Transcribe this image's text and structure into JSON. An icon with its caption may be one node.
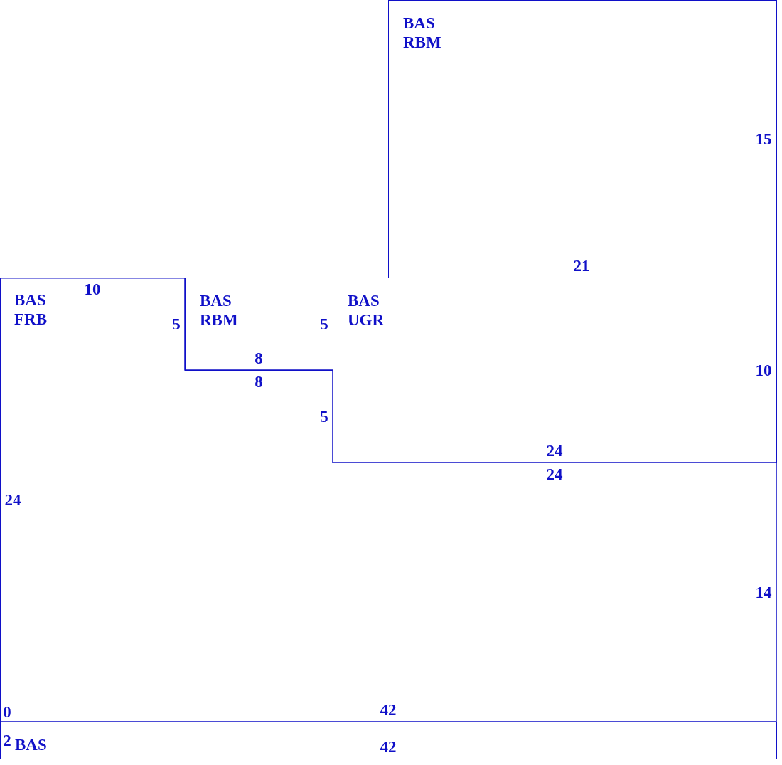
{
  "diagram": {
    "nodes": [
      {
        "text": [
          "BAS",
          "RBM"
        ]
      },
      {
        "text": [
          "BAS",
          "FRB"
        ]
      },
      {
        "text": [
          "BAS",
          "RBM"
        ]
      },
      {
        "text": [
          "BAS",
          "UGR"
        ]
      },
      {
        "text": [
          "BAS"
        ]
      }
    ],
    "labels": [
      "15",
      "21",
      "10",
      "5",
      "5",
      "8",
      "10",
      "8",
      "5",
      "24",
      "24",
      "24",
      "14",
      "42",
      "0",
      "2",
      "42"
    ]
  }
}
